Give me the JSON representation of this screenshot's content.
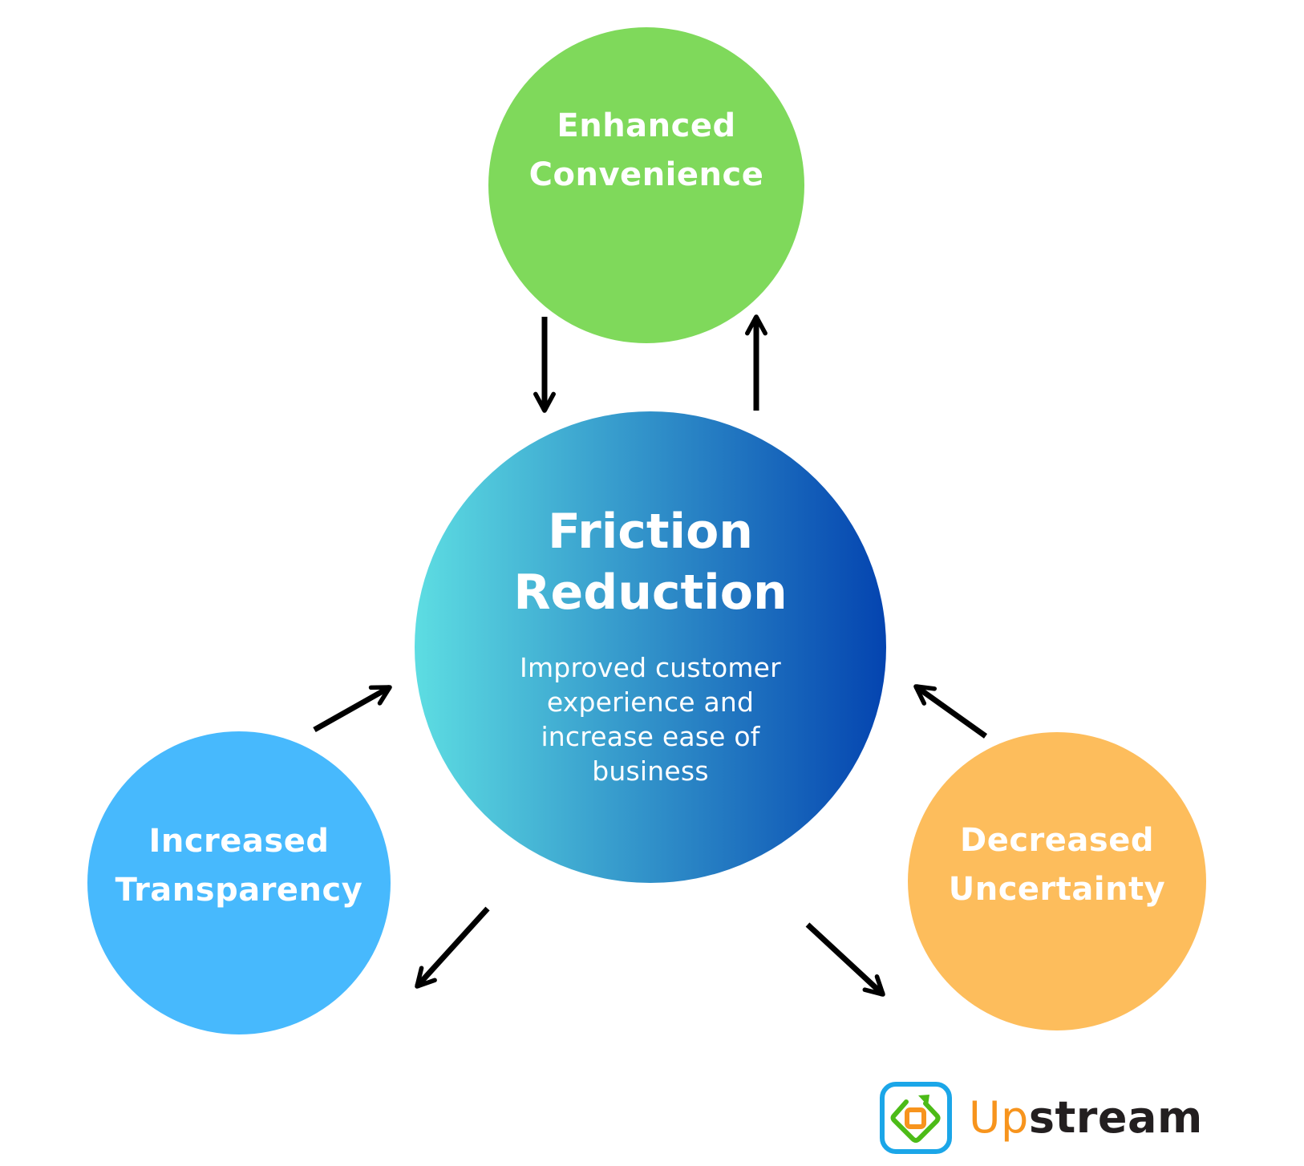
{
  "diagram": {
    "type": "hub-and-spoke cycle",
    "center": {
      "title": "Friction\nReduction",
      "subtitle": "Improved customer\nexperience and\nincrease ease of\nbusiness",
      "gradient_start": "#5ddde2",
      "gradient_end": "#0444b0"
    },
    "nodes": [
      {
        "id": "enhanced-convenience",
        "label": "Enhanced\nConvenience",
        "color": "#7fd95b",
        "position": "top"
      },
      {
        "id": "increased-transparency",
        "label": "Increased\nTransparency",
        "color": "#47b9fd",
        "position": "bottom-left"
      },
      {
        "id": "decreased-uncertainty",
        "label": "Decreased\nUncertainty",
        "color": "#fdbd5c",
        "position": "bottom-right"
      }
    ],
    "connections": [
      {
        "from": "enhanced-convenience",
        "to": "center"
      },
      {
        "from": "center",
        "to": "enhanced-convenience"
      },
      {
        "from": "increased-transparency",
        "to": "center"
      },
      {
        "from": "center",
        "to": "increased-transparency"
      },
      {
        "from": "decreased-uncertainty",
        "to": "center"
      },
      {
        "from": "center",
        "to": "decreased-uncertainty"
      }
    ],
    "arrow_color": "#000000"
  },
  "logo": {
    "text_part1": "Up",
    "text_part2": "stream",
    "part1_color": "#f7941d",
    "part2_color": "#231f20",
    "icon": "upstream-logo-icon",
    "icon_frame_color": "#1ba6e8",
    "icon_arrow_color": "#4cbb17",
    "icon_square_color": "#f7941d"
  }
}
